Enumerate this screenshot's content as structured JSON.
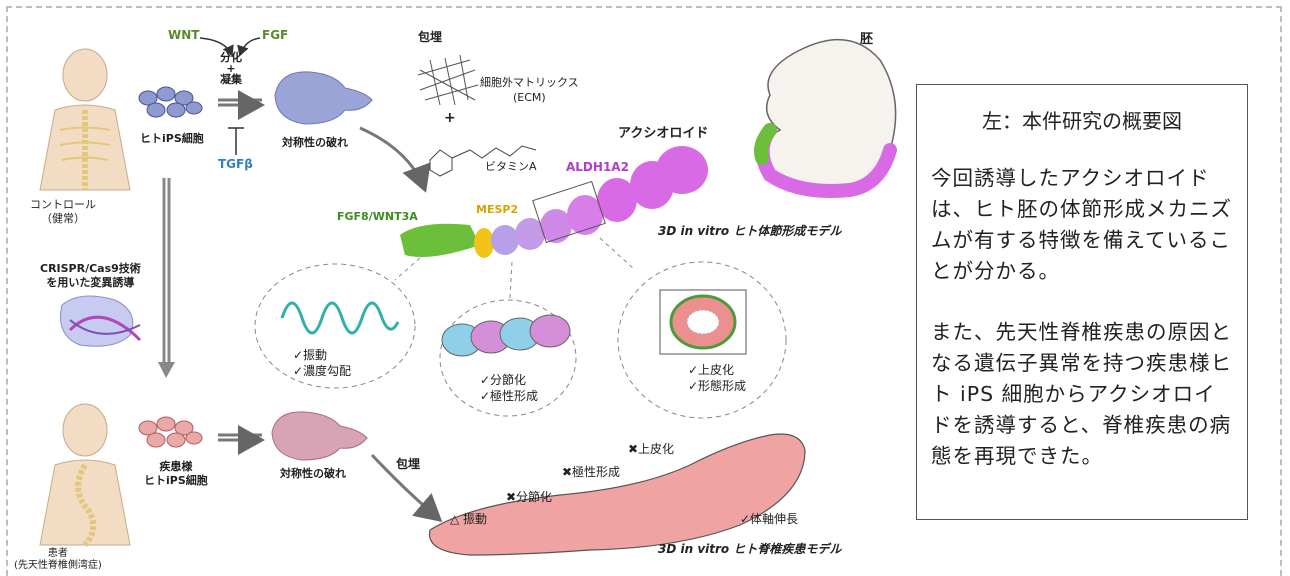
{
  "labels": {
    "wnt": "WNT",
    "fgf": "FGF",
    "tgfb": "TGFβ",
    "differentiate": "分化\n+\n凝集",
    "embed_top": "包埋",
    "embryo": "胚",
    "ecm": "細胞外マトリックス\n(ECM)",
    "plus": "+",
    "vitamin_a": "ビタミンA",
    "axioloid": "アクシオロイド",
    "aldh1a2": "ALDH1A2",
    "mesp2": "MESP2",
    "fgf8_wnt3a": "FGF8/WNT3A",
    "model_somite": "3D in vitro ヒト体節形成モデル",
    "model_disease": "3D in vitro ヒト脊椎疾患モデル",
    "control": "コントロール\n（健常）",
    "patient": "患者\n(先天性脊椎側湾症)",
    "human_ips": "ヒトiPS細胞",
    "disease_ips": "疾患様\nヒトiPS細胞",
    "symmetry_break_top": "対称性の破れ",
    "symmetry_break_bottom": "対称性の破れ",
    "crispr": "CRISPR/Cas9技術\nを用いた変異誘導",
    "embed_bottom": "包埋",
    "oscillation": "✓振動\n✓濃度勾配",
    "segmentation": "✓分節化\n✓極性形成",
    "epithelial": "✓上皮化\n✓形態形成",
    "d_oscillation": "△ 振動",
    "d_segmentation": "✖分節化",
    "d_polarity": "✖極性形成",
    "d_epithelial": "✖上皮化",
    "d_elongation": "✓体軸伸長"
  },
  "panel": {
    "title": "左：本件研究の概要図",
    "para1": "今回誘導したアクシオロイドは、ヒト胚の体節形成メカニズムが有する特徴を備えていることが分かる。",
    "para2": "また、先天性脊椎疾患の原因となる遺伝子異常を持つ疾患様ヒト iPS 細胞からアクシオロイドを誘導すると、脊椎疾患の病態を再現できた。"
  },
  "colors": {
    "wnt_fgf": "#5a8a2a",
    "tgfb": "#2f7fc1",
    "aldh1a2": "#b03cc8",
    "mesp2": "#d9a400",
    "fgf8": "#3e8b1f",
    "magenta": "#d86ae6",
    "green": "#6bbf3a",
    "disease_red": "#e86a6a"
  }
}
